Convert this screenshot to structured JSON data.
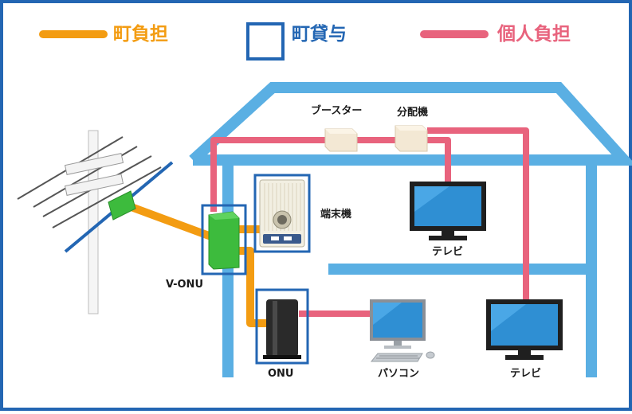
{
  "colors": {
    "town_cost": "#f39c12",
    "town_lease": "#2366b3",
    "personal_cost": "#e8637d",
    "house": "#5aafe3",
    "device_green": "#3dbb3d"
  },
  "legend": {
    "town_cost": "町負担",
    "town_lease": "町貸与",
    "personal_cost": "個人負担"
  },
  "labels": {
    "booster": "ブースター",
    "splitter": "分配機",
    "terminal": "端末機",
    "tv_upper": "テレビ",
    "v_onu": "V-ONU",
    "onu": "ONU",
    "pc": "パソコン",
    "tv_lower": "テレビ"
  },
  "icons": {
    "antenna": "antenna-icon",
    "terminal": "terminal-speaker-icon",
    "onu": "onu-router-icon",
    "pc": "desktop-pc-icon",
    "tv": "tv-icon"
  }
}
